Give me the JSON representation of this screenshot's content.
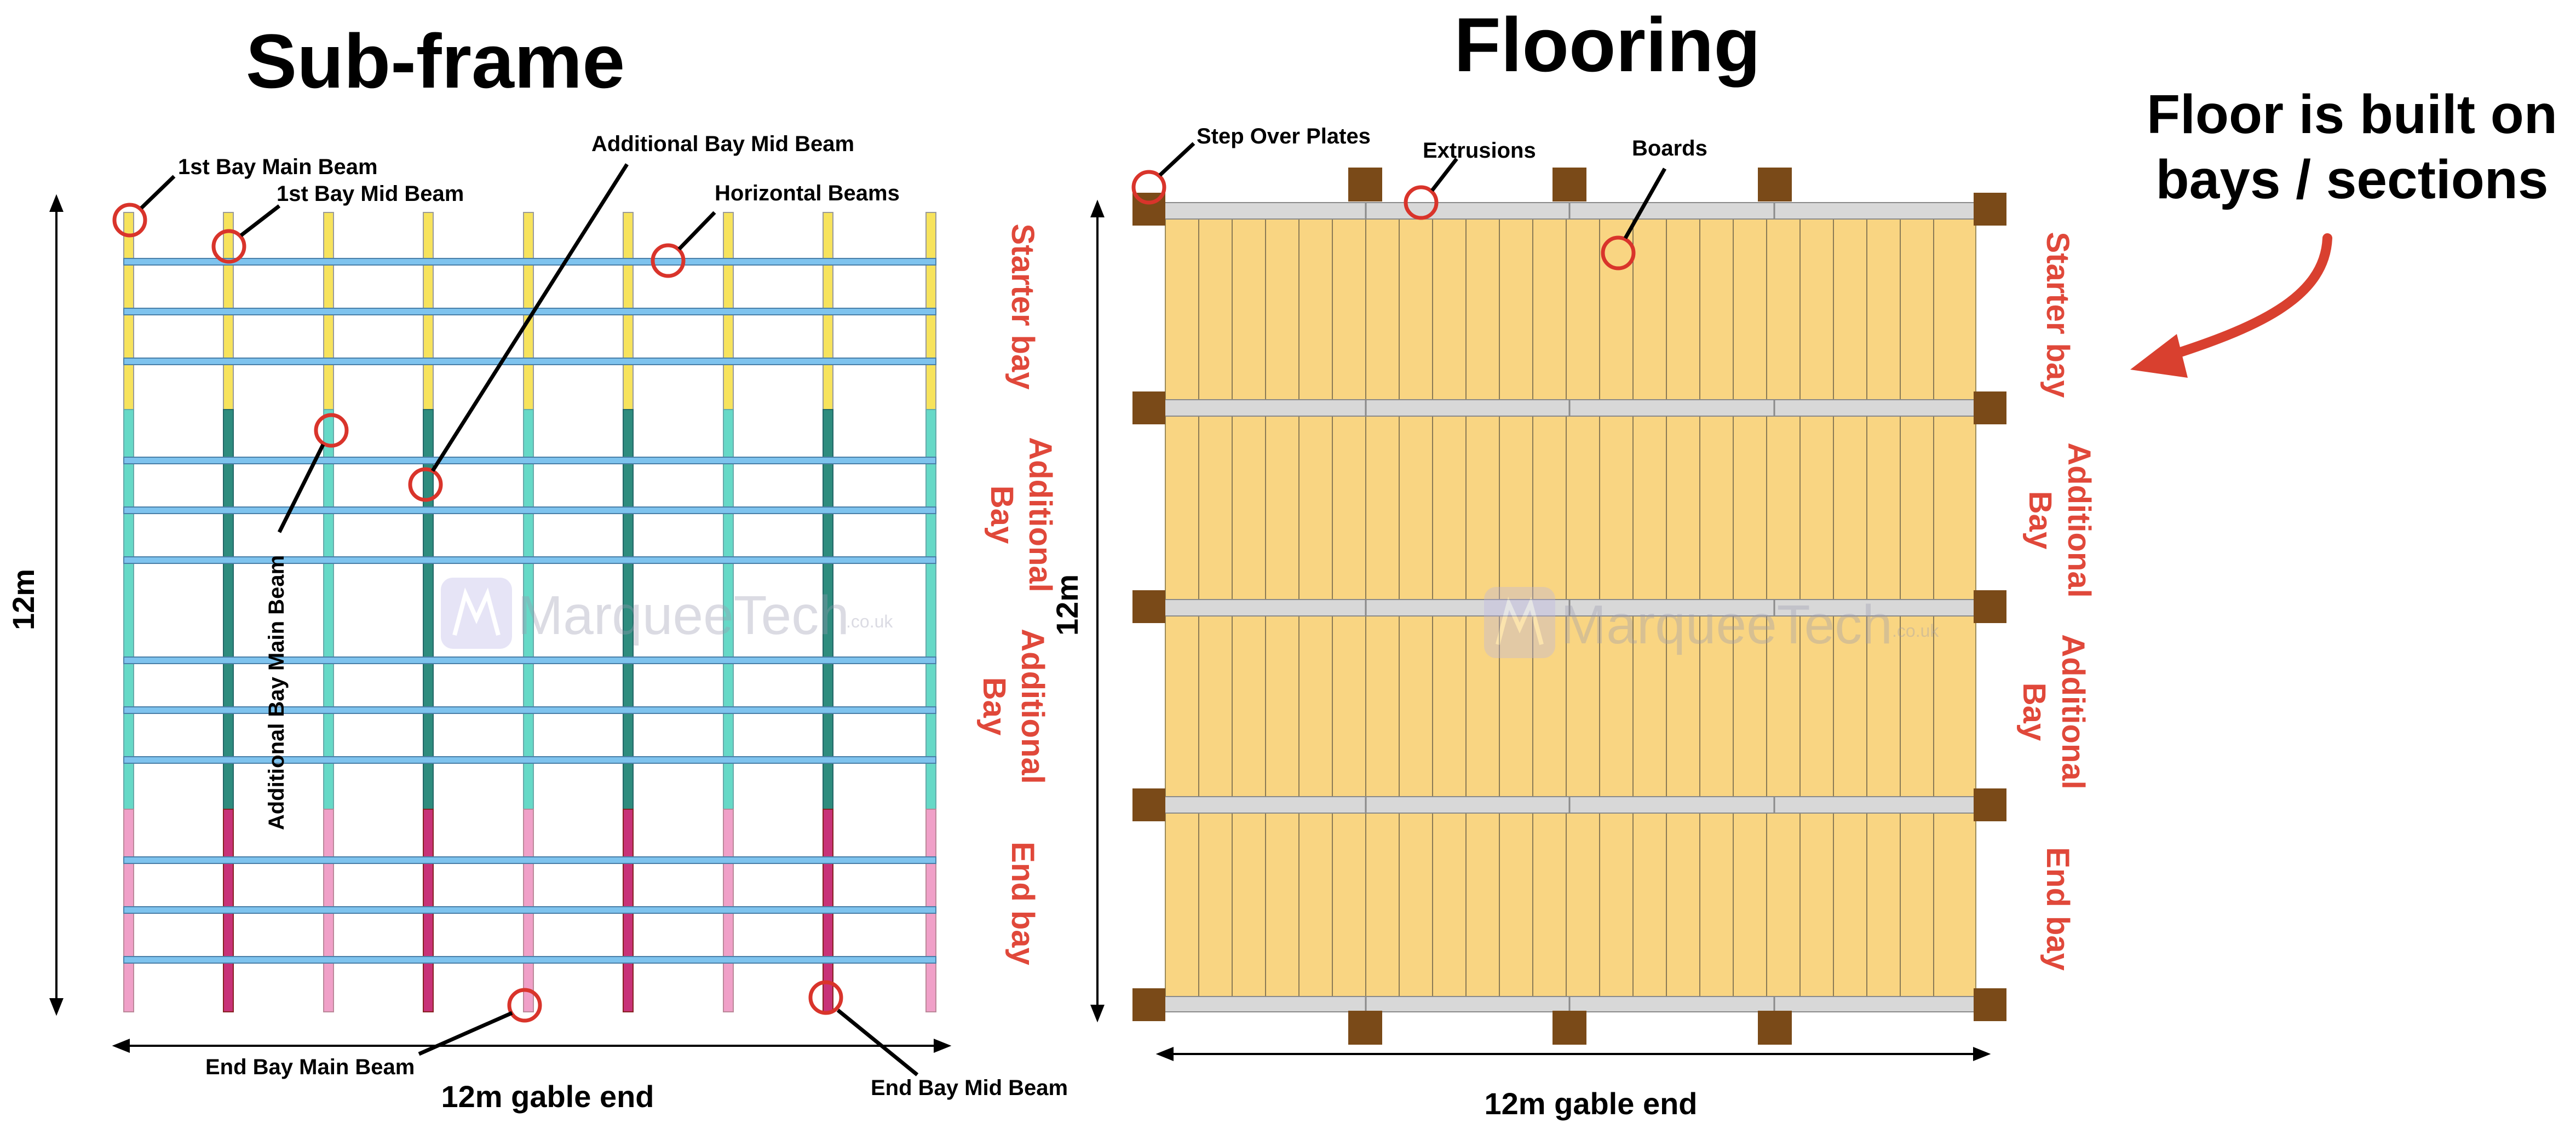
{
  "titles": {
    "subframe": "Sub-frame",
    "flooring": "Flooring"
  },
  "note": {
    "line1": "Floor is built on",
    "line2": "bays / sections"
  },
  "subframe_labels": {
    "first_bay_main_beam": "1st Bay Main Beam",
    "first_bay_mid_beam": "1st Bay Mid Beam",
    "additional_bay_mid_beam": "Additional Bay Mid Beam",
    "horizontal_beams": "Horizontal Beams",
    "additional_bay_main_beam": "Additional Bay Main Beam",
    "end_bay_main_beam": "End Bay Main Beam",
    "end_bay_mid_beam": "End Bay Mid Beam"
  },
  "flooring_labels": {
    "step_over_plates": "Step Over Plates",
    "extrusions": "Extrusions",
    "boards": "Boards"
  },
  "dimensions": {
    "subframe_height": "12m",
    "subframe_width": "12m gable end",
    "flooring_height": "12m",
    "flooring_width": "12m gable end"
  },
  "bay_labels": {
    "starter": "Starter bay",
    "additional_1_line1": "Additional",
    "additional_1_line2": "Bay",
    "additional_2_line1": "Additional",
    "additional_2_line2": "Bay",
    "end": "End bay"
  },
  "watermark": {
    "brand": "MarqueeTech",
    "suffix": ".co.uk"
  },
  "colors": {
    "bay_label": "#e0483a",
    "callout_circle": "#d9342b",
    "starter_beam": "#f7e35c",
    "additional_main_beam": "#66d9c7",
    "additional_mid_beam": "#2e8c7e",
    "end_main_beam": "#f0a0c8",
    "end_mid_beam": "#c83278",
    "horizontal_beam": "#7ec3ee",
    "board": "#f9d582",
    "extrusion": "#d8d8d8",
    "plate": "#7a4a18",
    "arrow": "#d9402f"
  }
}
